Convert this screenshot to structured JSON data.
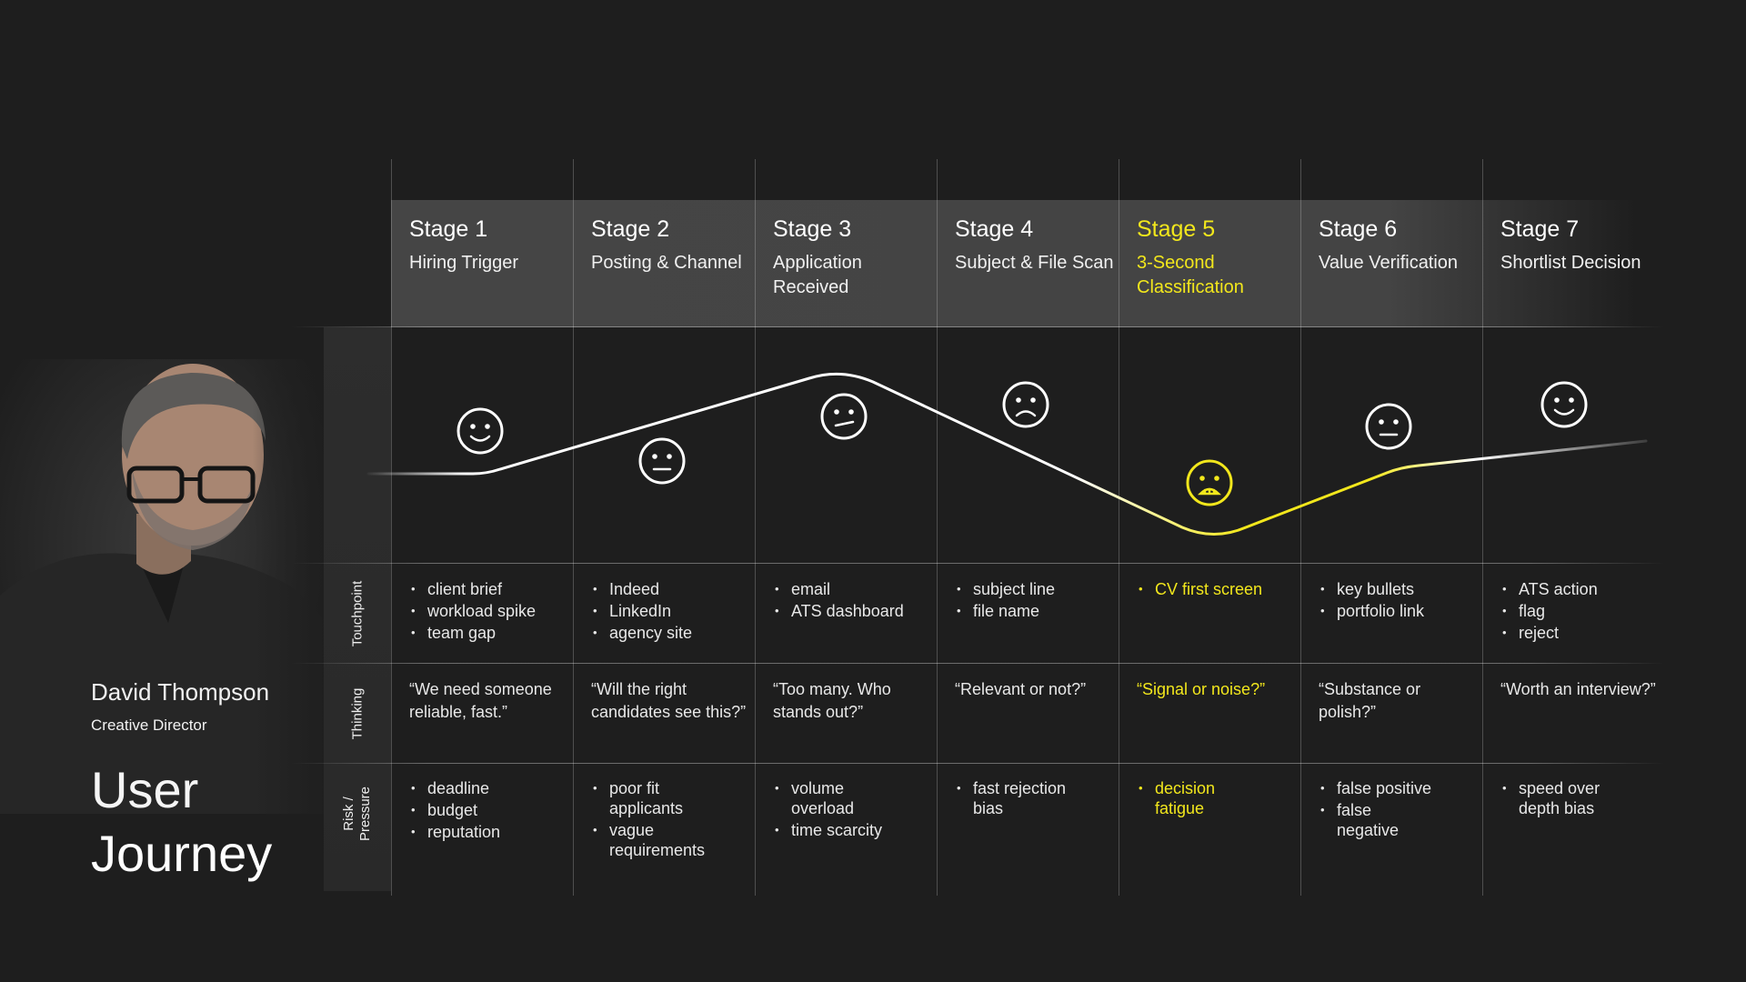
{
  "persona": {
    "name": "David Thompson",
    "role": "Creative Director"
  },
  "title": {
    "line1": "User",
    "line2": "Journey"
  },
  "accent": "#f2e71c",
  "row_labels": {
    "touchpoint": "Touchpoint",
    "thinking": "Thinking",
    "risk1": "Risk /",
    "risk2": "Pressure"
  },
  "stages": [
    {
      "num": "Stage 1",
      "name": "Hiring Trigger",
      "mood": "happy",
      "mood_level": 0.35,
      "touchpoints": [
        "client brief",
        "workload spike",
        "team gap"
      ],
      "thinking": "“We need someone reliable, fast.”",
      "risks": [
        "deadline",
        "budget",
        "reputation"
      ]
    },
    {
      "num": "Stage 2",
      "name": "Posting & Channel",
      "mood": "neutral",
      "mood_level": 0.45,
      "touchpoints": [
        "Indeed",
        "LinkedIn",
        "agency site"
      ],
      "thinking": "“Will the right candidates see this?”",
      "risks": [
        "poor fit applicants",
        "vague requirements"
      ]
    },
    {
      "num": "Stage 3",
      "name": "Application Received",
      "mood": "skeptical",
      "mood_level": 0.75,
      "touchpoints": [
        "email",
        "ATS dashboard"
      ],
      "thinking": "“Too many. Who stands out?”",
      "risks": [
        "volume overload",
        "time scarcity"
      ]
    },
    {
      "num": "Stage 4",
      "name": "Subject & File Scan",
      "mood": "sad",
      "mood_level": 0.2,
      "touchpoints": [
        "subject line",
        "file name"
      ],
      "thinking": "“Relevant or not?”",
      "risks": [
        "fast rejection bias"
      ]
    },
    {
      "num": "Stage 5",
      "name": "3-Second Classification",
      "mood": "grimace",
      "mood_level": -0.7,
      "highlight": true,
      "touchpoints": [
        "CV first screen"
      ],
      "thinking": "“Signal or noise?”",
      "risks": [
        "decision fatigue"
      ]
    },
    {
      "num": "Stage 6",
      "name": "Value Verification",
      "mood": "neutral",
      "mood_level": -0.1,
      "touchpoints": [
        "key bullets",
        "portfolio link"
      ],
      "thinking": "“Substance or polish?”",
      "risks": [
        "false positive",
        "false negative"
      ]
    },
    {
      "num": "Stage 7",
      "name": "Shortlist Decision",
      "mood": "happy",
      "mood_level": 0.1,
      "touchpoints": [
        "ATS action",
        "flag",
        "reject"
      ],
      "thinking": "“Worth an interview?”",
      "risks": [
        "speed over depth bias"
      ]
    }
  ]
}
